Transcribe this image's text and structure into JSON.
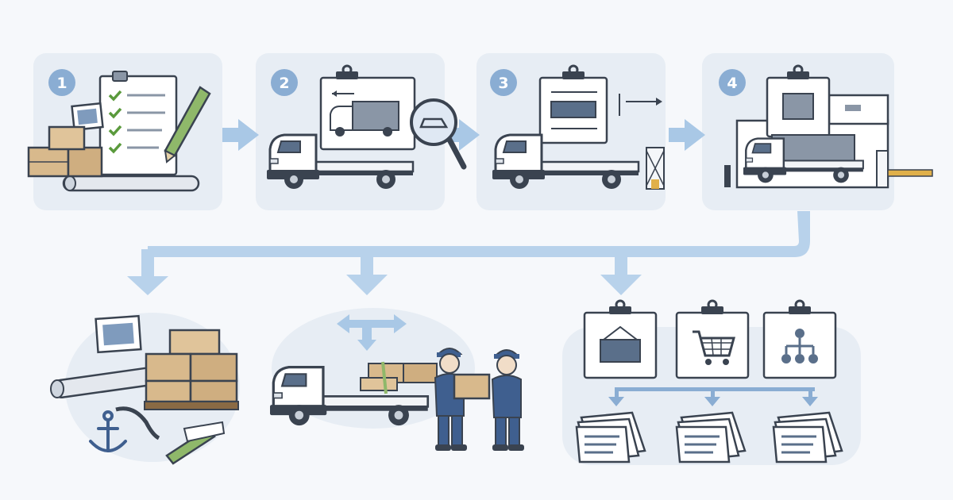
{
  "steps": [
    {
      "number": "1",
      "icon": "checklist-and-supplies-icon"
    },
    {
      "number": "2",
      "icon": "truck-inspection-icon"
    },
    {
      "number": "3",
      "icon": "truck-measurement-icon"
    },
    {
      "number": "4",
      "icon": "truck-at-depot-icon"
    }
  ],
  "outcomes": [
    {
      "icon": "cargo-and-materials-icon"
    },
    {
      "icon": "truck-loading-handover-icon"
    },
    {
      "icon": "document-categories-icon"
    }
  ],
  "colors": {
    "panel": "#e7edf4",
    "arrow": "#a9c8e6",
    "badge": "#8aadd3",
    "outline": "#3a4350",
    "truck_cab": "#ffffff",
    "box": "#d8b98c",
    "worker_uniform": "#3f5f8f",
    "check": "#5a9a3c"
  }
}
